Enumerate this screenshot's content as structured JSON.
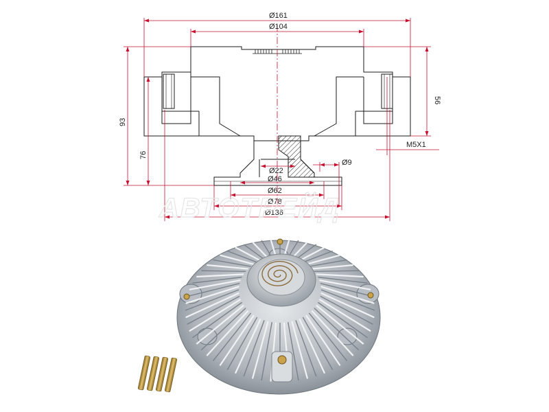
{
  "drawing": {
    "dims": {
      "d161": "Ø161",
      "d104": "Ø104",
      "d22": "Ø22",
      "d9": "Ø9",
      "d46": "Ø46",
      "d62": "Ø62",
      "d78": "Ø78",
      "d136": "Ø136",
      "h93": "93",
      "h76": "76",
      "h56": "56",
      "thread": "M5X1"
    },
    "watermark": "АВТОТРЕЙД"
  },
  "colors": {
    "outline": "#1a1a1a",
    "dimension_line": "#c8102e",
    "centerline": "#c8102e",
    "metal_light": "#c9ced4",
    "metal_dark": "#6e757d",
    "stud": "#c9a24a"
  },
  "photo": {
    "subject": "fan-clutch-photo",
    "studs_count": 4
  }
}
